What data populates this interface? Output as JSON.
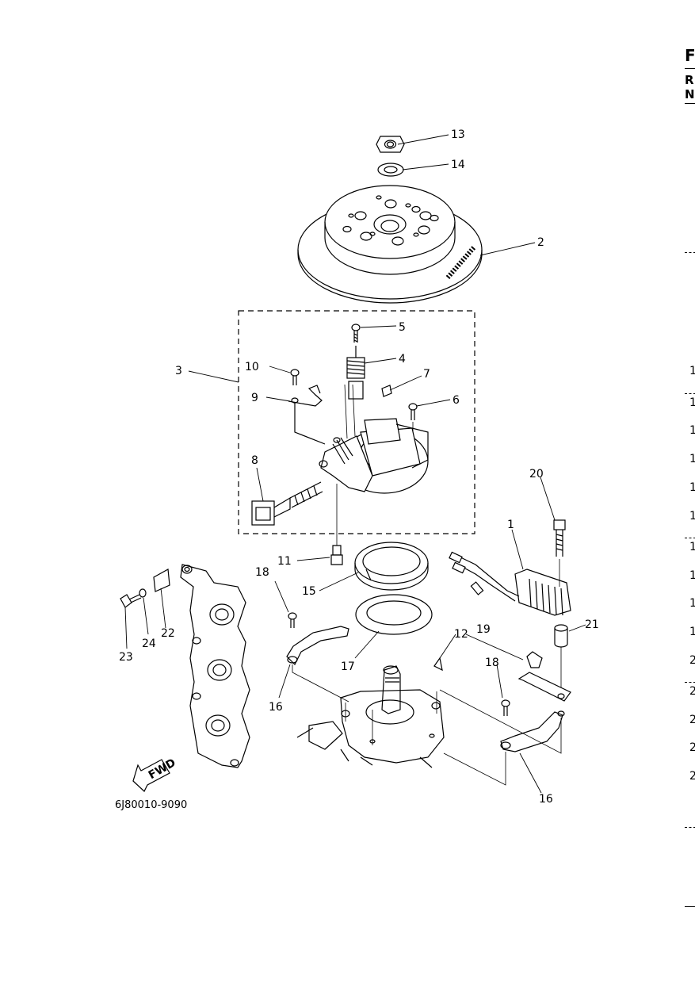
{
  "diagram": {
    "callouts": {
      "c1": "1",
      "c2": "2",
      "c3": "3",
      "c4": "4",
      "c5": "5",
      "c6": "6",
      "c7": "7",
      "c8": "8",
      "c9": "9",
      "c10": "10",
      "c11": "11",
      "c12": "12",
      "c13": "13",
      "c14": "14",
      "c15": "15",
      "c16a": "16",
      "c16b": "16",
      "c17": "17",
      "c18a": "18",
      "c18b": "18",
      "c19": "19",
      "c20": "20",
      "c21": "21",
      "c22": "22",
      "c23": "23",
      "c24": "24"
    },
    "diagram_code": "6J80010-9090",
    "fwd_label": "FWD"
  },
  "edge": {
    "heading_letter": "F",
    "row_r": "R",
    "row_n": "N",
    "index_column": [
      "1",
      "1",
      "1",
      "1",
      "1",
      "1",
      "1",
      "1",
      "1",
      "1",
      "2",
      "2",
      "2",
      "2",
      "2"
    ]
  }
}
